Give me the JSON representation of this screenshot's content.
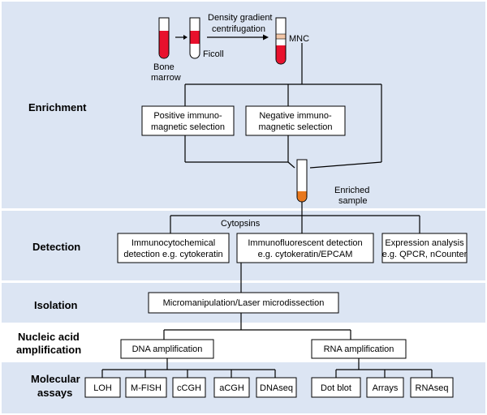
{
  "stages": {
    "enrichment": "Enrichment",
    "detection": "Detection",
    "isolation": "Isolation",
    "nucleic_line1": "Nucleic acid",
    "nucleic_line2": "amplification",
    "molecular_line1": "Molecular",
    "molecular_line2": "assays"
  },
  "tubes": {
    "bone_marrow_line1": "Bone",
    "bone_marrow_line2": "marrow",
    "ficoll": "Ficoll",
    "centrifugation_line1": "Density gradient",
    "centrifugation_line2": "centrifugation",
    "mnc": "MNC",
    "enriched_line1": "Enriched",
    "enriched_line2": "sample"
  },
  "enrichment_boxes": {
    "positive_line1": "Positive immuno-",
    "positive_line2": "magnetic selection",
    "negative_line1": "Negative immuno-",
    "negative_line2": "magnetic selection"
  },
  "detection": {
    "cytopsins": "Cytopsins",
    "immunocyto_line1": "Immunocytochemical",
    "immunocyto_line2": "detection e.g. cytokeratin",
    "immunofluor_line1": "Immunofluorescent detection",
    "immunofluor_line2": "e.g. cytokeratin/EPCAM",
    "expression_line1": "Expression analysis",
    "expression_line2": "e.g. QPCR, nCounter"
  },
  "isolation": {
    "micromanipulation": "Micromanipulation/Laser microdissection"
  },
  "amplification": {
    "dna": "DNA amplification",
    "rna": "RNA amplification"
  },
  "assays": {
    "dna": [
      "LOH",
      "M-FISH",
      "cCGH",
      "aCGH",
      "DNAseq"
    ],
    "rna": [
      "Dot blot",
      "Arrays",
      "RNAseq"
    ]
  },
  "colors": {
    "band": "#dce5f3",
    "blood": "#e8112d",
    "mnc_layer": "#f2c7a8",
    "enriched": "#e8781e"
  }
}
